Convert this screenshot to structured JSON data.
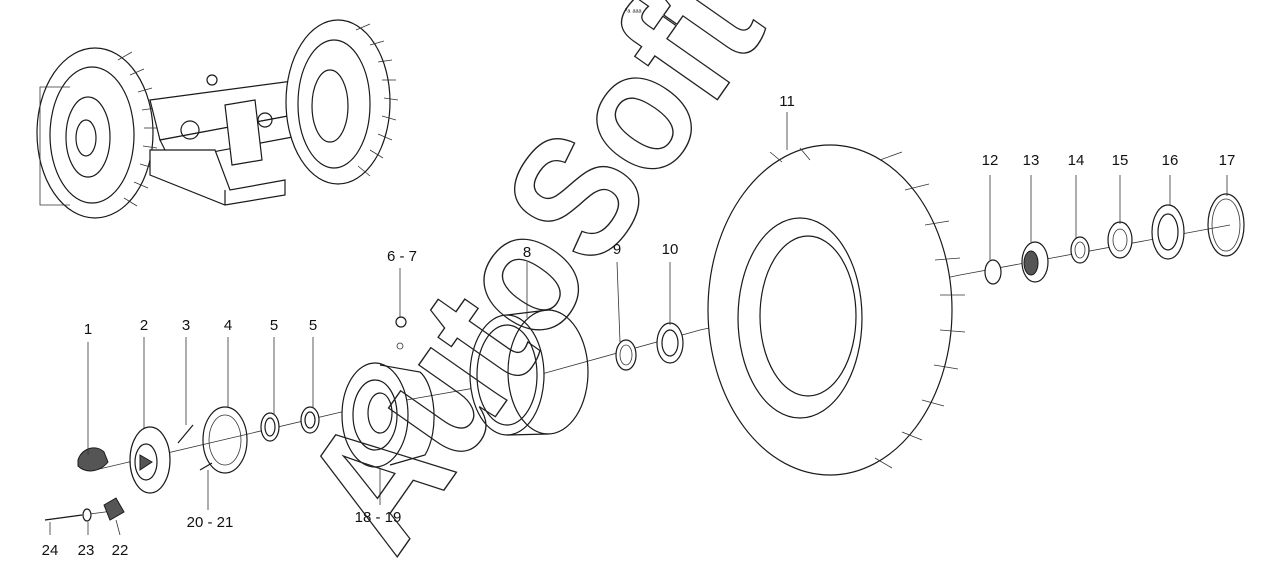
{
  "diagram": {
    "header_glyph": "▫ₐ ₐₐₐ",
    "watermark": "AutoSoft",
    "part_labels": [
      "1",
      "2",
      "3",
      "4",
      "5",
      "5",
      "6 - 7",
      "8",
      "9",
      "10",
      "11",
      "12",
      "13",
      "14",
      "15",
      "16",
      "17",
      "18 - 19",
      "20 - 21",
      "22",
      "23",
      "24"
    ],
    "colors": {
      "line": "#1a1a1a",
      "background": "#ffffff"
    }
  }
}
